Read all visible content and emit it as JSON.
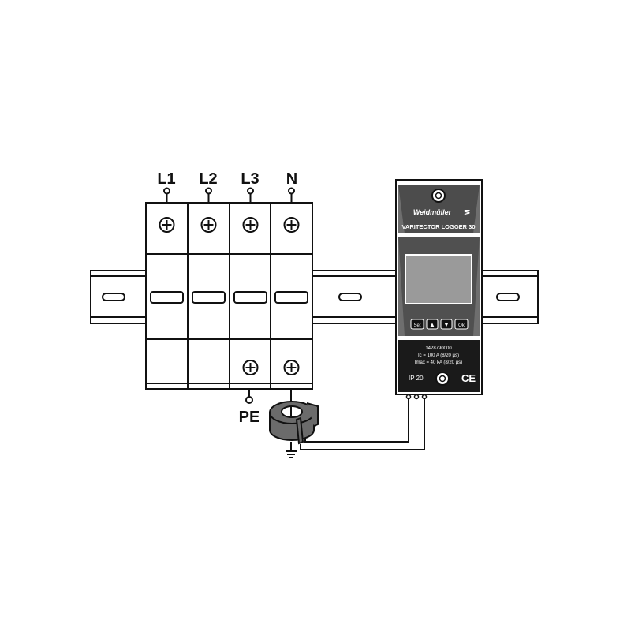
{
  "phases": {
    "l1": "L1",
    "l2": "L2",
    "l3": "L3",
    "n": "N",
    "pe": "PE"
  },
  "device": {
    "brand": "Weidmüller",
    "model": "VARITECTOR LOGGER 30",
    "article_no": "1428790000",
    "ic_spec": "Ic = 100 A (8/20 µs)",
    "imax_spec": "Imax = 40 kA (8/20 µs)",
    "ip_rating": "IP 20",
    "ce_mark": "CE",
    "buttons": {
      "set": "Set",
      "up": "▲",
      "down": "▼",
      "ok": "Ok"
    }
  },
  "colors": {
    "device_dark": "#1a1a1a",
    "device_gray": "#6e6e6e",
    "screen": "#9a9a9a",
    "ct_gray": "#6b6b6b"
  }
}
